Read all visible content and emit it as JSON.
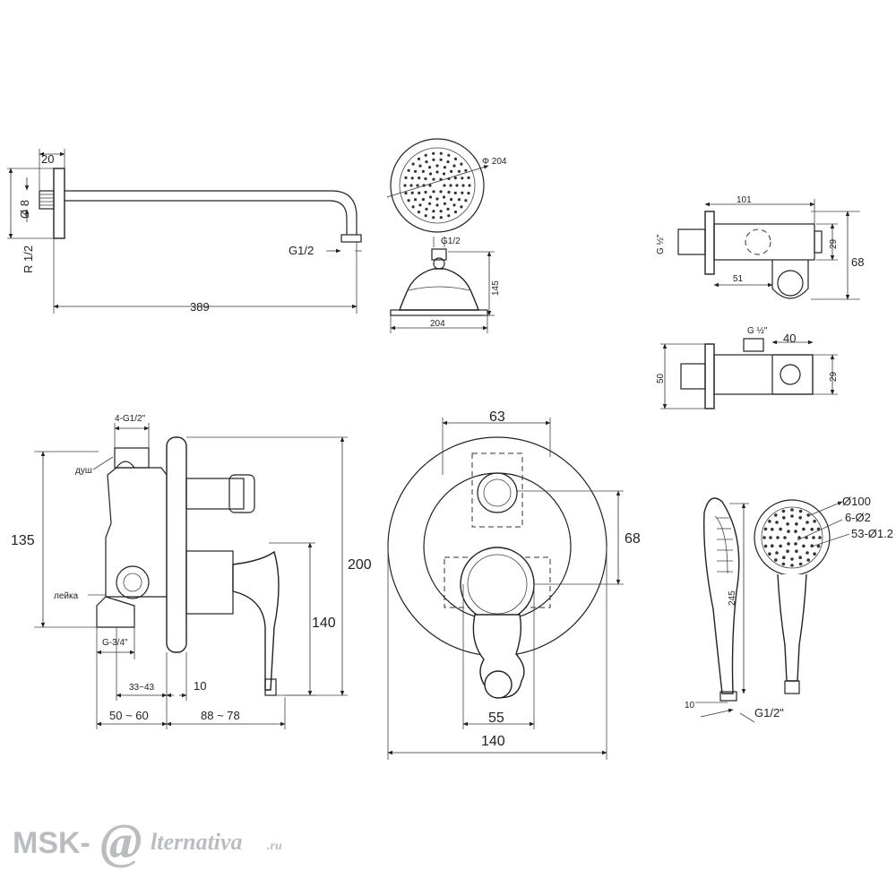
{
  "shower_arm": {
    "dim_width": "20",
    "dim_diameter": "Ø 8",
    "dim_thread": "R 1/2",
    "dim_outlet": "G1/2",
    "dim_length": "389"
  },
  "shower_head": {
    "dim_diameter": "Φ 204",
    "dim_thread": "G1/2",
    "dim_height": "145",
    "dim_width": "204"
  },
  "wall_outlet": {
    "dim_length": "101",
    "dim_thread": "G ½\"",
    "dim_height_small": "29",
    "dim_height_total": "68",
    "dim_bottom": "51"
  },
  "wall_outlet_side": {
    "dim_thread": "G ½\"",
    "dim_width": "40",
    "dim_depth": "50",
    "dim_height": "29"
  },
  "mixer_side": {
    "dim_thread_top": "4-G1/2\"",
    "label_shower": "душ",
    "label_spout": "лейка",
    "dim_135": "135",
    "dim_thread_bottom": "G-3/4\"",
    "dim_depth_range": "33~43",
    "dim_10": "10",
    "dim_50_60": "50 ~ 60",
    "dim_88_78": "88 ~ 78",
    "dim_140": "140",
    "dim_200": "200"
  },
  "mixer_front": {
    "dim_63": "63",
    "dim_68": "68",
    "dim_55": "55",
    "dim_140": "140"
  },
  "hand_shower": {
    "dim_diameter": "Ø100",
    "dim_holes_a": "6-Ø2",
    "dim_holes_b": "53-Ø1.2",
    "dim_length": "245",
    "dim_10": "10",
    "dim_thread": "G1/2\""
  },
  "watermark": {
    "prefix": "MSK-",
    "at": "@",
    "suffix": "lternativa",
    "domain": ".ru"
  }
}
